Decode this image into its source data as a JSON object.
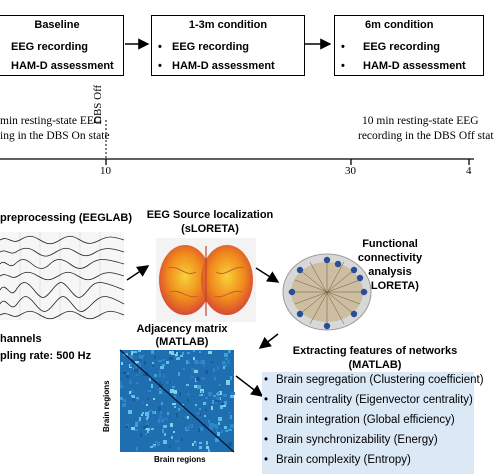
{
  "timeline": {
    "baseline_box": {
      "title": "Baseline",
      "items": [
        "EEG recording",
        "HAM-D assessment"
      ]
    },
    "cond1_box": {
      "title": "1-3m condition",
      "items": [
        "EEG recording",
        "HAM-D assessment"
      ]
    },
    "cond2_box": {
      "title": "6m condition",
      "items": [
        "EEG recording",
        "HAM-D assessment"
      ]
    },
    "left_note": [
      "min resting-state EEG",
      "ing in the DBS On state"
    ],
    "right_note": [
      "10 min resting-state EEG",
      "recording in the DBS Off stat"
    ],
    "dbs_off_label": "DBS Off",
    "ticks": [
      "10",
      "30",
      "4"
    ]
  },
  "pipeline": {
    "preproc_title": "preprocessing (EEGLAB)",
    "channels_label": "hannels",
    "sampling_label": "pling rate: 500 Hz",
    "source_title": [
      "EEG Source localization",
      "(sLORETA)"
    ],
    "connectivity_title": [
      "Functional connectivity",
      "analysis",
      "(sLORETA)"
    ],
    "adjacency_title": [
      "Adjacency matrix",
      "(MATLAB)"
    ],
    "axis_y_label": "Brain regions",
    "axis_x_label": "Brain regions",
    "features_title": [
      "Extracting features of networks",
      "(MATLAB)"
    ],
    "features": [
      "Brain segregation (Clustering coefficient)",
      "Brain centrality (Eigenvector centrality)",
      "Brain integration (Global efficiency)",
      "Brain synchronizability (Energy)",
      "Brain complexity (Entropy)"
    ]
  },
  "colors": {
    "features_bg": "#dbe8f6",
    "matrix_bg": "#1f6fb0",
    "brain_warm": "#f08a1c"
  }
}
